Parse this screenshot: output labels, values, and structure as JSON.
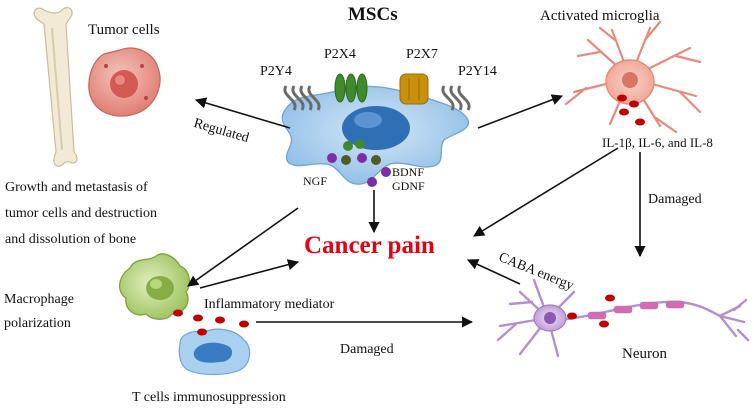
{
  "title": "MSCs",
  "center_label": "Cancer pain",
  "receptors": [
    "P2Y4",
    "P2X4",
    "P2X7",
    "P2Y14"
  ],
  "factors": [
    "NGF",
    "BDNF",
    "GDNF"
  ],
  "tumor": {
    "label": "Tumor cells",
    "arrow_label": "Regulated",
    "effect": [
      "Growth and metastasis of",
      "tumor cells and destruction",
      "and dissolution of bone"
    ]
  },
  "microglia": {
    "label": "Activated microglia",
    "cytokines": "IL-1β, IL-6, and IL-8",
    "arrow_label": "Damaged"
  },
  "macrophage": {
    "label": [
      "Macrophage",
      "polarization"
    ],
    "mediator": "Inflammatory mediator"
  },
  "tcells": {
    "label": "T cells immunosuppression",
    "arrow_label": "Damaged"
  },
  "neuron": {
    "label": "Neuron",
    "energy": "CABA energy"
  },
  "colors": {
    "title": "#111111",
    "center": "#e60012",
    "arrow": "#111111",
    "granule": "#c00000",
    "msc_body": "#a9cdec",
    "msc_nucleus": "#2f6fb5",
    "tumor": "#e79088",
    "microglia": "#f0a79a",
    "macrophage": "#a8c96a",
    "tcell": "#8fbfe6",
    "neuron": "#c6a3db",
    "bone": "#eee6cf"
  }
}
